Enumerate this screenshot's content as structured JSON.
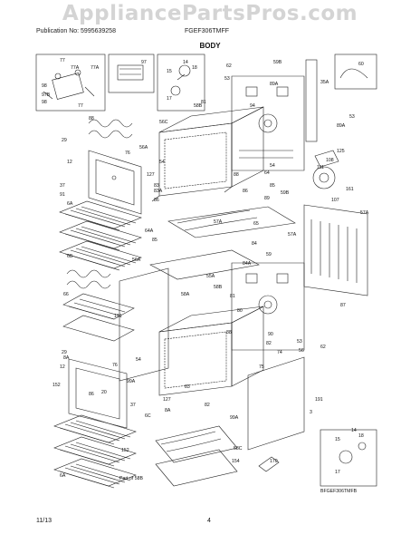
{
  "watermark": "AppliancePartsPros.com",
  "header": {
    "publication": "Publication No: 5995639258",
    "model": "FGEF306TMFF",
    "section": "BODY"
  },
  "labels": {
    "l77": "77",
    "l77a": "77A",
    "l77a2": "77A",
    "l97": "97",
    "l98": "98",
    "l97b": "97B",
    "l98b": "98",
    "l77b": "77",
    "l14": "14",
    "l18": "18",
    "l15": "15",
    "l17": "17",
    "l62": "62",
    "l59b": "59B",
    "l60": "60",
    "l35a": "35A",
    "l89a": "89A",
    "l53": "53",
    "l53b": "53",
    "l88": "88",
    "l56c": "56C",
    "l58b": "58B",
    "l81": "81",
    "l94": "94",
    "l89a2": "89A",
    "l29": "29",
    "l12": "12",
    "l76": "76",
    "l37": "37",
    "l91": "91",
    "l56a": "56A",
    "l127": "127",
    "l54": "54",
    "l83a": "83A",
    "l83": "83",
    "l86": "86",
    "l86b": "86",
    "l125": "125",
    "l108": "108",
    "l111": "111",
    "l161": "161",
    "l107": "107",
    "l64": "64",
    "l54b": "54",
    "l85": "85",
    "l89": "89",
    "l88b": "88",
    "l59b2": "59B",
    "l57a": "57A",
    "l57a2": "57A",
    "l65": "65",
    "l84": "84",
    "l64a": "64A",
    "l85b": "85",
    "l57a3": "57A",
    "l84a": "84A",
    "l6a": "6A",
    "l6b": "6B",
    "l59": "59",
    "l56a2": "56A",
    "l55a": "55A",
    "l58a": "58A",
    "l58b2": "58B",
    "l66": "66",
    "l191": "191",
    "l87": "87",
    "l81b": "81",
    "l80": "80",
    "l88c": "88",
    "l90": "90",
    "l82": "82",
    "l74": "74",
    "l53c": "53",
    "l56": "56",
    "l62b": "62",
    "l75": "75",
    "l8a": "8A",
    "l76b": "76",
    "l99a": "99A",
    "l152": "152",
    "l86c": "86",
    "l20": "20",
    "l127b": "127",
    "l83b": "83",
    "l54c": "54",
    "l12b": "12",
    "l29b": "29",
    "l37b": "37",
    "l6c": "6C",
    "l8a2": "8A",
    "l99a2": "99A",
    "l82b": "82",
    "l58c": "58C",
    "l154": "154",
    "l3": "3",
    "l191b": "191",
    "l170": "170",
    "l14b": "14",
    "l18b": "18",
    "l15b": "15",
    "l17b": "17",
    "l6d": "6A",
    "l152b": "152",
    "part58b": "Part of 58B"
  },
  "footer": {
    "code": "BFGEF306TMFB",
    "date": "11/13",
    "page": "4"
  }
}
